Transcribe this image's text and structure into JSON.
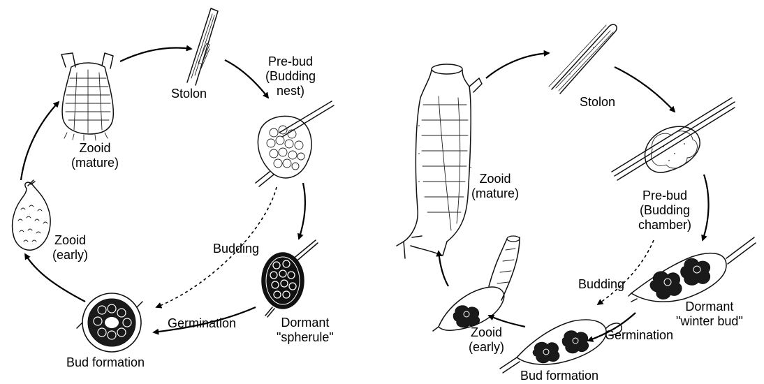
{
  "left_cycle": {
    "stolon": "Stolon",
    "prebud": [
      "Pre-bud",
      "(Budding",
      "nest)"
    ],
    "zooid_mature": [
      "Zooid",
      "(mature)"
    ],
    "zooid_early": [
      "Zooid",
      "(early)"
    ],
    "budding": "Budding",
    "dormant": [
      "Dormant",
      "\"spherule\""
    ],
    "germination": "Germination",
    "bud_formation": "Bud formation"
  },
  "right_cycle": {
    "stolon": "Stolon",
    "zooid_mature": [
      "Zooid",
      "(mature)"
    ],
    "prebud": [
      "Pre-bud",
      "(Budding",
      "chamber)"
    ],
    "budding": "Budding",
    "dormant": [
      "Dormant",
      "\"winter bud\""
    ],
    "germination": "Germination",
    "zooid_early": [
      "Zooid",
      "(early)"
    ],
    "bud_formation": "Bud formation"
  },
  "colors": {
    "ink": "#111111",
    "background": "#ffffff"
  }
}
